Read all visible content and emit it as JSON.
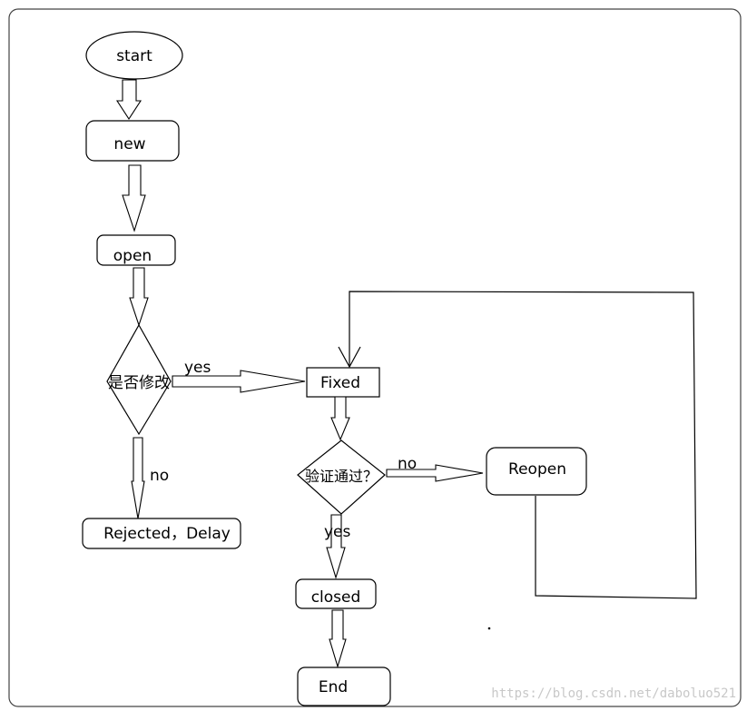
{
  "nodes": {
    "start": "start",
    "new": "new",
    "open": "open",
    "decision_modify": "是否修改",
    "fixed": "Fixed",
    "decision_verify": "验证通过？",
    "reopen": "Reopen",
    "rejected": "Rejected，Delay",
    "closed": "closed",
    "end": "End"
  },
  "edge_labels": {
    "modify_yes": "yes",
    "modify_no": "no",
    "verify_no": "no",
    "verify_yes": "yes"
  },
  "watermark": "https://blog.csdn.net/daboluo521"
}
